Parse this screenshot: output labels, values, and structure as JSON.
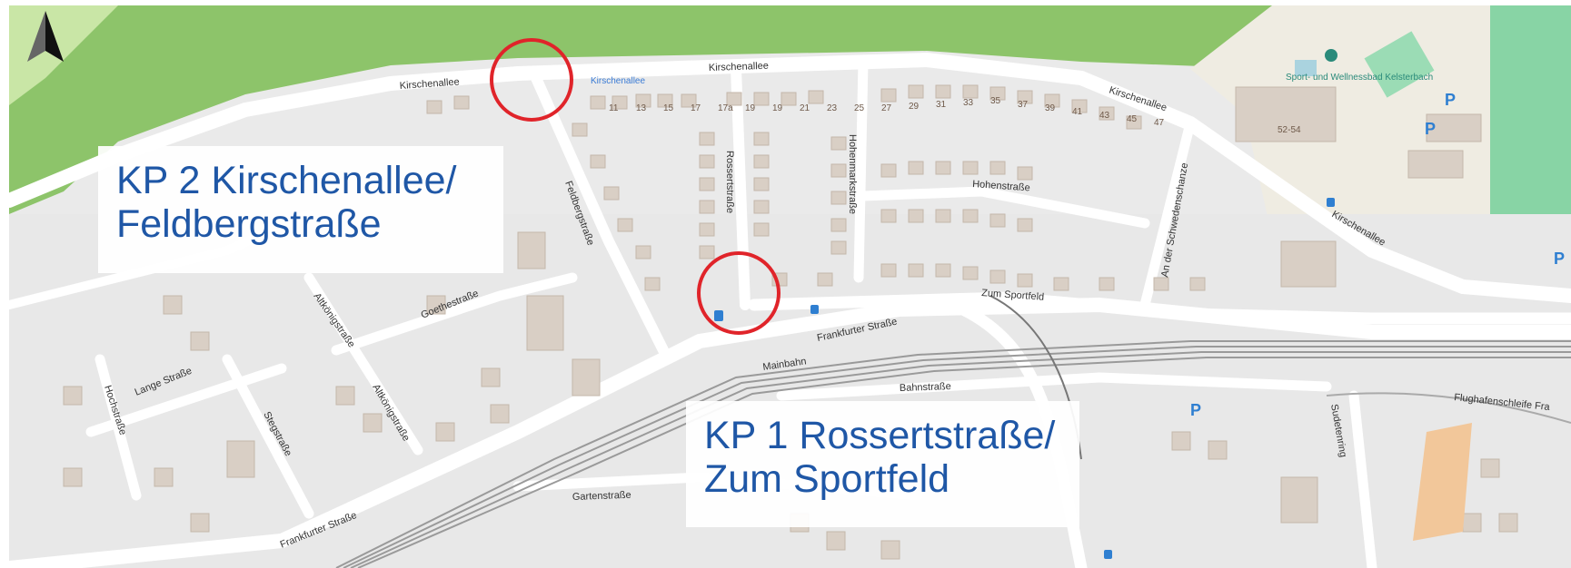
{
  "callouts": {
    "kp2": {
      "line1": "KP 2 Kirschenallee/",
      "line2": "Feldbergstraße"
    },
    "kp1": {
      "line1": "KP 1 Rossertstraße/",
      "line2": "Zum Sportfeld"
    }
  },
  "streets": {
    "kirschenallee": "Kirschenallee",
    "kirschenallee_bus": "Kirschenallee",
    "rossertstrasse": "Rossertstraße",
    "hohenmarkstrasse": "Hohenmarkstraße",
    "hohenstrasse": "Hohenstraße",
    "an_der_schwedenschanze": "An der Schwedenschanze",
    "zum_sportfeld": "Zum Sportfeld",
    "feldbergstrasse": "Feldbergstraße",
    "frankfurter_strasse": "Frankfurter Straße",
    "mainbahn": "Mainbahn",
    "bahnstrasse": "Bahnstraße",
    "goethestrasse": "Goethestraße",
    "altkoenigstrasse": "Altkönigstraße",
    "lange_strasse": "Lange Straße",
    "hochstrasse": "Hochstraße",
    "stegstrasse": "Stegstraße",
    "gartenstrasse": "Gartenstraße",
    "sudetenring": "Sudetenring",
    "flughafenschleife": "Flughafenschleife Fra",
    "sportbad": "Sport- und Wellnessbad Kelsterbach",
    "sportbad_nr": "52-54"
  },
  "house_numbers_row1": [
    "11",
    "13",
    "15",
    "17",
    "17a",
    "19",
    "19",
    "21",
    "23",
    "25",
    "27",
    "29",
    "31",
    "33",
    "35",
    "37",
    "39",
    "41",
    "43",
    "45",
    "47"
  ],
  "colors": {
    "forest": "#8dc46a",
    "road": "#ffffff",
    "building": "#d9cfc5",
    "callout_text": "#1f57a6",
    "marker": "#e0242a",
    "rail": "#9a9a9a",
    "pitch": "#88d4a5"
  },
  "markers": [
    {
      "name": "KP 2",
      "ring": "red"
    },
    {
      "name": "KP 1",
      "ring": "red"
    }
  ],
  "icons": [
    "north-arrow-icon",
    "parking-icon",
    "bus-stop-icon",
    "swimming-icon"
  ]
}
